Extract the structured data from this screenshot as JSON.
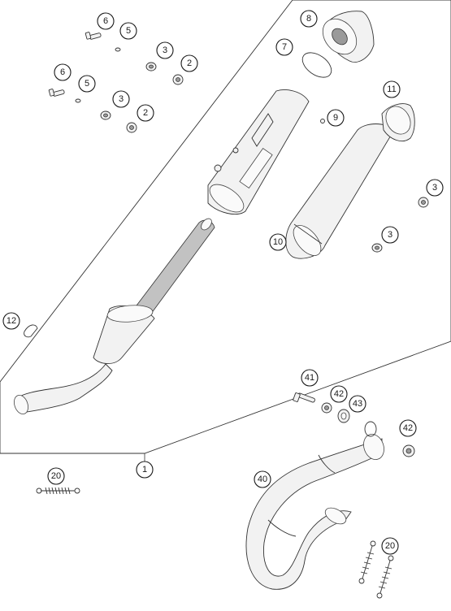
{
  "callouts": {
    "c1": "1",
    "c2a": "2",
    "c2b": "2",
    "c3a": "3",
    "c3b": "3",
    "c3c": "3",
    "c3d": "3",
    "c5a": "5",
    "c5b": "5",
    "c6a": "6",
    "c6b": "6",
    "c7": "7",
    "c8": "8",
    "c9": "9",
    "c10": "10",
    "c11": "11",
    "c12": "12",
    "c20a": "20",
    "c20b": "20",
    "c40": "40",
    "c41": "41",
    "c42a": "42",
    "c42b": "42",
    "c43": "43"
  },
  "colors": {
    "line": "#333333",
    "fill": "#f2f2f2",
    "background": "#ffffff"
  }
}
